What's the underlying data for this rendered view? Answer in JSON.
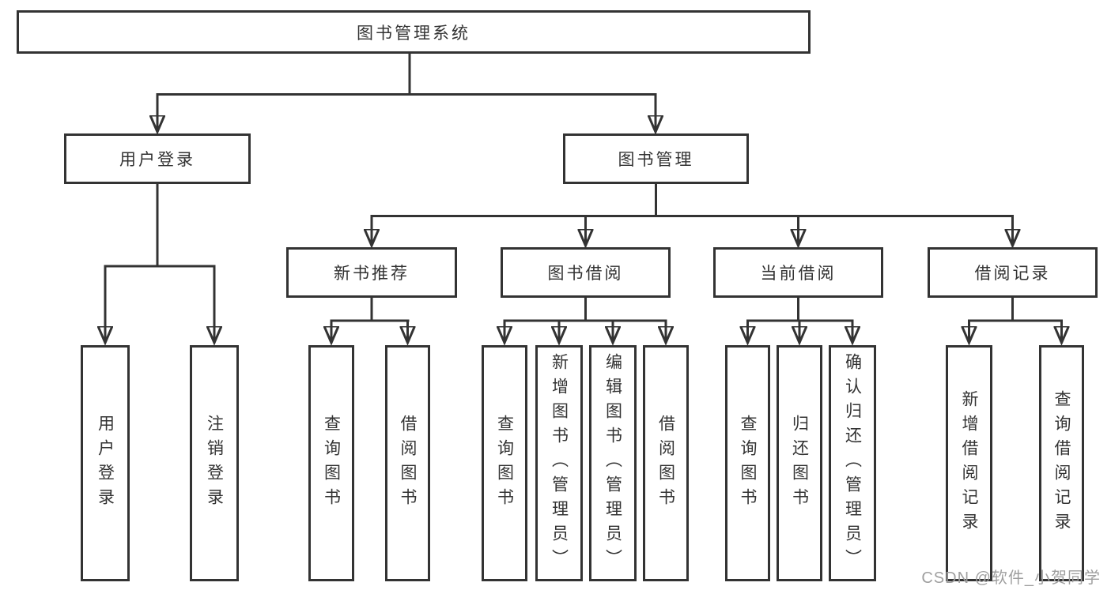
{
  "colors": {
    "stroke": "#333333",
    "text": "#333333",
    "background": "#ffffff",
    "watermark_text_color": "#9f9f9f"
  },
  "watermark": {
    "text": "CSDN @软件_小贺同学"
  },
  "tree": {
    "label": "图书管理系统",
    "children": [
      {
        "label": "用户登录",
        "children": [
          {
            "label": "用户登录"
          },
          {
            "label": "注销登录"
          }
        ]
      },
      {
        "label": "图书管理",
        "children": [
          {
            "label": "新书推荐",
            "children": [
              {
                "label": "查询图书"
              },
              {
                "label": "借阅图书"
              }
            ]
          },
          {
            "label": "图书借阅",
            "children": [
              {
                "label": "查询图书"
              },
              {
                "label": "新增图书（管理员）"
              },
              {
                "label": "编辑图书（管理员）"
              },
              {
                "label": "借阅图书"
              }
            ]
          },
          {
            "label": "当前借阅",
            "children": [
              {
                "label": "查询图书"
              },
              {
                "label": "归还图书"
              },
              {
                "label": "确认归还（管理员）"
              }
            ]
          },
          {
            "label": "借阅记录",
            "children": [
              {
                "label": "新增借阅记录"
              },
              {
                "label": "查询借阅记录"
              }
            ]
          }
        ]
      }
    ]
  }
}
